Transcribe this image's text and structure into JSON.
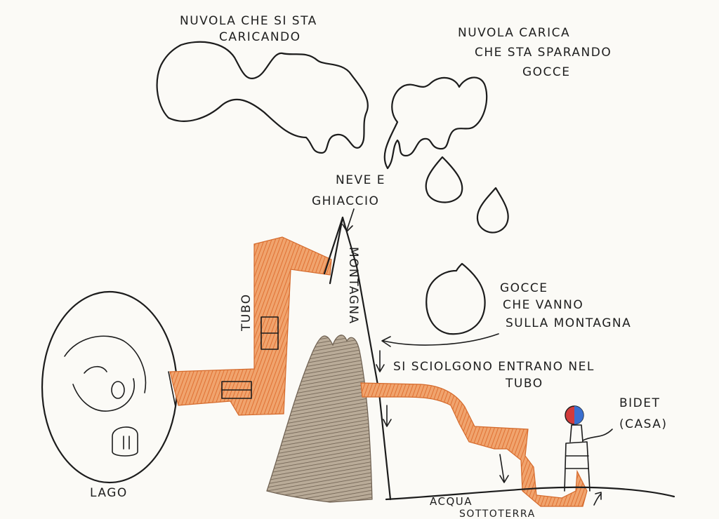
{
  "labels": {
    "cloud_loading": [
      "NUVOLA CHE SI STA",
      "CARICANDO"
    ],
    "cloud_charged": [
      "NUVOLA  CARICA",
      "CHE  STA  SPARANDO",
      "GOCCE"
    ],
    "snow_ice": [
      "NEVE E",
      "GHIACCIO"
    ],
    "mountain": "MONTAGNA",
    "pipe": "TUBO",
    "drops_to_mountain": [
      "GOCCE",
      "CHE VANNO",
      "SULLA MONTAGNA"
    ],
    "melt_enter_pipe": [
      "SI  SCIOLGONO  ENTRANO  NEL",
      "TUBO"
    ],
    "bidet": [
      "BIDET",
      "(CASA)"
    ],
    "lake": "LAGO",
    "underground_water": [
      "ACQUA",
      "SOTTOTERRA"
    ]
  },
  "colors": {
    "paper": "#fbfaf6",
    "ink": "#1c1c1c",
    "water_blue": "#5fb4e6",
    "pipe_orange": "#e8894a",
    "mountain_brown": "#8f8170",
    "bidet_red": "#d23b3b",
    "bidet_blue": "#3a6fd0"
  },
  "icons": {
    "cloud_left": "cloud-outline-icon",
    "cloud_right": "cloud-outline-icon",
    "raindrop": "water-drop-icon",
    "lake": "lake-face-icon"
  }
}
